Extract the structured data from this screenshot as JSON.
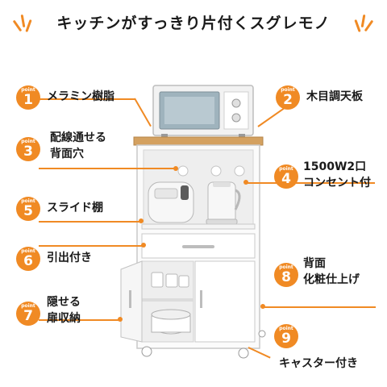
{
  "title": "キッチンがすっきり片付くスグレモノ",
  "accent_color": "#f08a24",
  "points": [
    {
      "word": "point",
      "number": "1",
      "label": "メラミン樹脂"
    },
    {
      "word": "point",
      "number": "2",
      "label": "木目調天板"
    },
    {
      "word": "point",
      "number": "3",
      "label_line1": "配線通せる",
      "label_line2": "背面穴"
    },
    {
      "word": "point",
      "number": "4",
      "label_line1": "1500W2口",
      "label_line2": "コンセント付"
    },
    {
      "word": "point",
      "number": "5",
      "label": "スライド棚"
    },
    {
      "word": "point",
      "number": "6",
      "label": "引出付き"
    },
    {
      "word": "point",
      "number": "7",
      "label_line1": "隠せる",
      "label_line2": "扉収納"
    },
    {
      "word": "point",
      "number": "8",
      "label_line1": "背面",
      "label_line2": "化粧仕上げ"
    },
    {
      "word": "point",
      "number": "9",
      "label": "キャスター付き"
    }
  ]
}
